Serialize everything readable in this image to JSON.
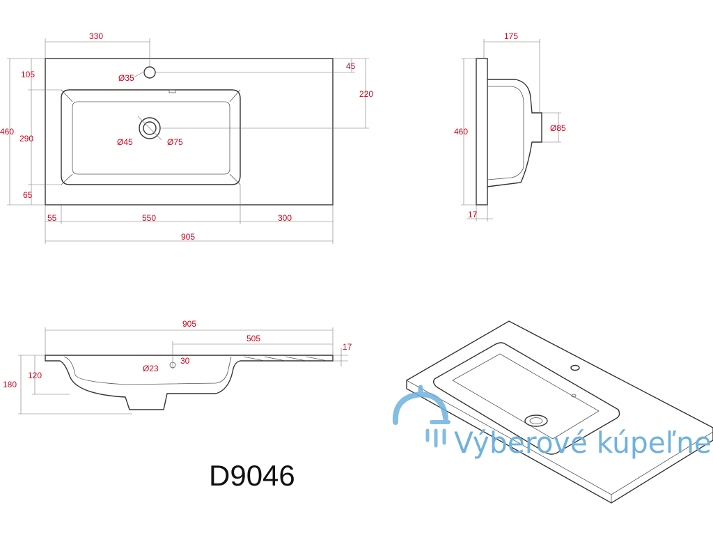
{
  "drawing": {
    "model": "D9046",
    "watermark": "Výberové kúpeľne",
    "colors": {
      "dimension_text": "#d0021b",
      "outline": "#333333",
      "watermark": "#6fb2de"
    },
    "top_view": {
      "d330": "330",
      "d35": "Ø35",
      "d105": "105",
      "d45": "45",
      "d220": "220",
      "d460": "460",
      "d290": "290",
      "dia45": "Ø45",
      "dia75": "Ø75",
      "d65": "65",
      "d55": "55",
      "d550": "550",
      "d300": "300",
      "d905": "905"
    },
    "side_view": {
      "d175": "175",
      "d460": "460",
      "dia85": "Ø85",
      "d17": "17"
    },
    "front_view": {
      "d905": "905",
      "d505": "505",
      "d17": "17",
      "d120": "120",
      "d180": "180",
      "dia23": "Ø23",
      "d30": "30"
    },
    "icons": [
      "shower-logo-icon"
    ]
  }
}
